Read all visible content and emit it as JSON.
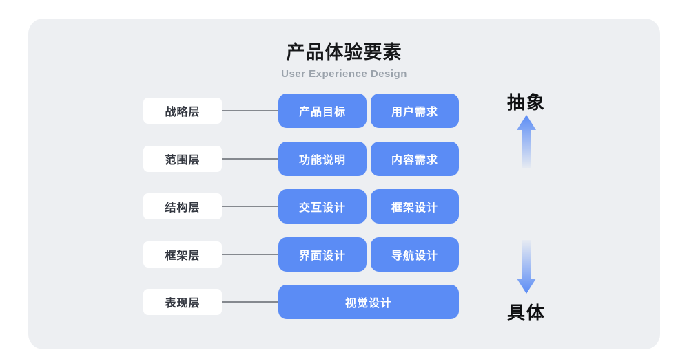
{
  "header": {
    "title": "产品体验要素",
    "subtitle": "User Experience Design"
  },
  "rows": [
    {
      "label": "战略层",
      "boxes": [
        "产品目标",
        "用户需求"
      ]
    },
    {
      "label": "范围层",
      "boxes": [
        "功能说明",
        "内容需求"
      ]
    },
    {
      "label": "结构层",
      "boxes": [
        "交互设计",
        "框架设计"
      ]
    },
    {
      "label": "框架层",
      "boxes": [
        "界面设计",
        "导航设计"
      ]
    },
    {
      "label": "表现层",
      "boxes": [
        "视觉设计"
      ]
    }
  ],
  "axis": {
    "abstract_label": "抽象",
    "concrete_label": "具体"
  },
  "colors": {
    "accent_blue": "#5b8cf5",
    "card_bg": "#edeff2",
    "connector_gray": "#85898f"
  }
}
